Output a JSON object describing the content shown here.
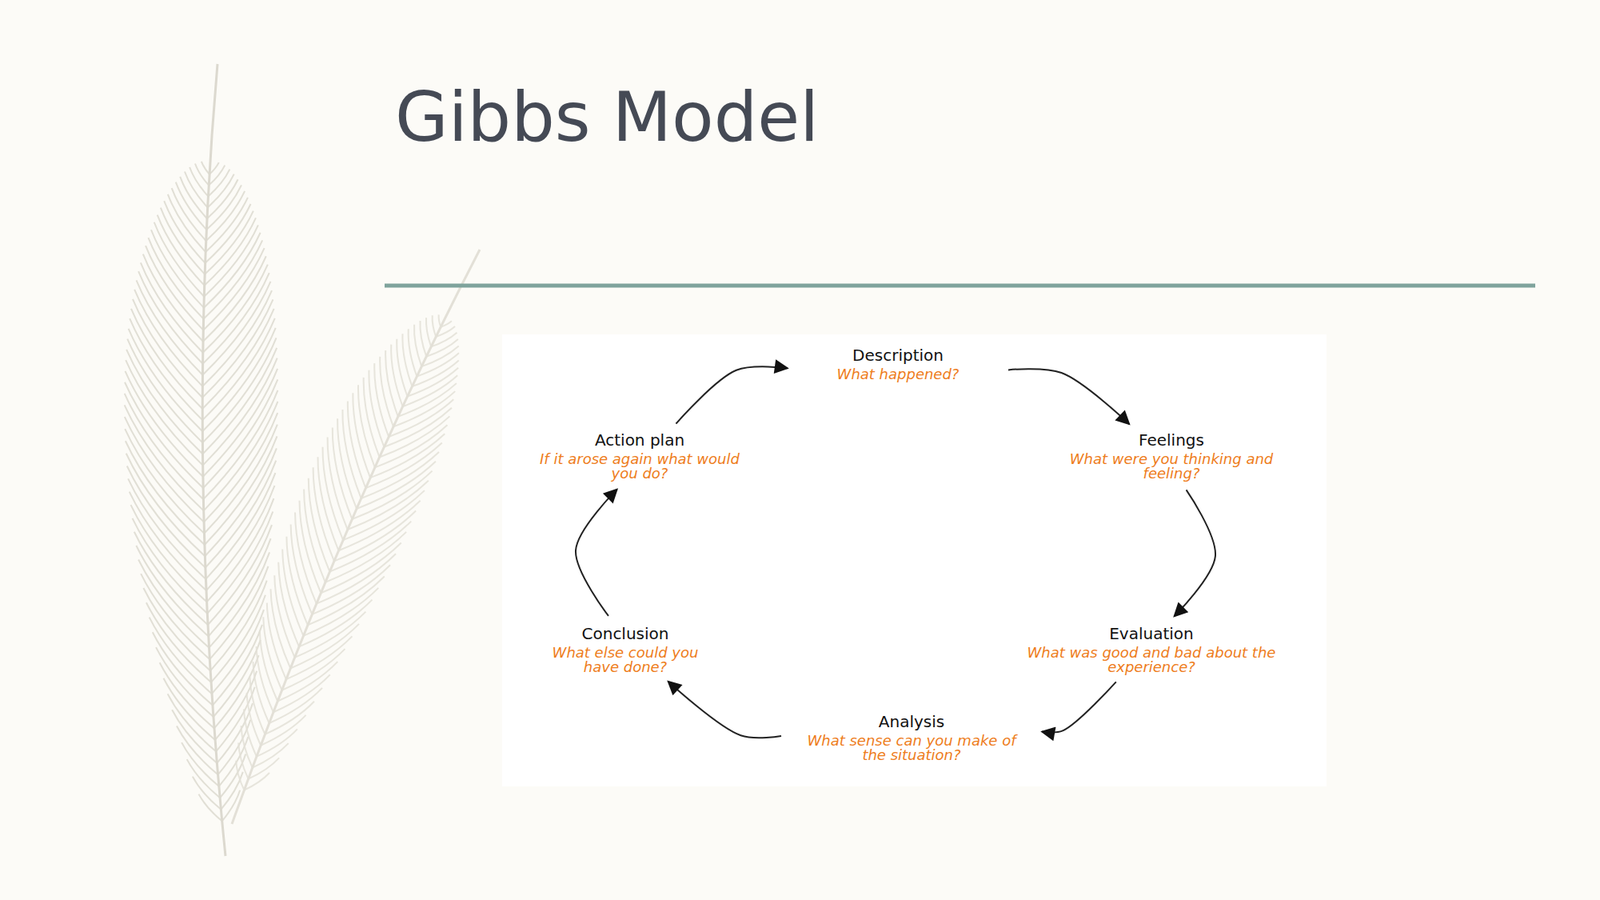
{
  "diagram": {
    "title": "Gibbs Model",
    "nodes": [
      {
        "text": [
          "Description",
          "What happened?"
        ]
      },
      {
        "text": [
          "Feelings",
          "What were you thinking and feeling?"
        ]
      },
      {
        "text": [
          "Evaluation",
          "What was good and bad about the experience?"
        ]
      },
      {
        "text": [
          "Analysis",
          "What sense can you make of the situation?"
        ]
      },
      {
        "text": [
          "Conclusion",
          "What else could you have done?"
        ]
      },
      {
        "text": [
          "Action plan",
          "If it arose again what would you do?"
        ]
      }
    ],
    "edges": [
      {
        "from": 0,
        "to": 1,
        "arrow": "to"
      },
      {
        "from": 1,
        "to": 2,
        "arrow": "to"
      },
      {
        "from": 2,
        "to": 3,
        "arrow": "to"
      },
      {
        "from": 3,
        "to": 4,
        "arrow": "to"
      },
      {
        "from": 4,
        "to": 5,
        "arrow": "to"
      },
      {
        "from": 5,
        "to": 0,
        "arrow": "to"
      }
    ]
  }
}
